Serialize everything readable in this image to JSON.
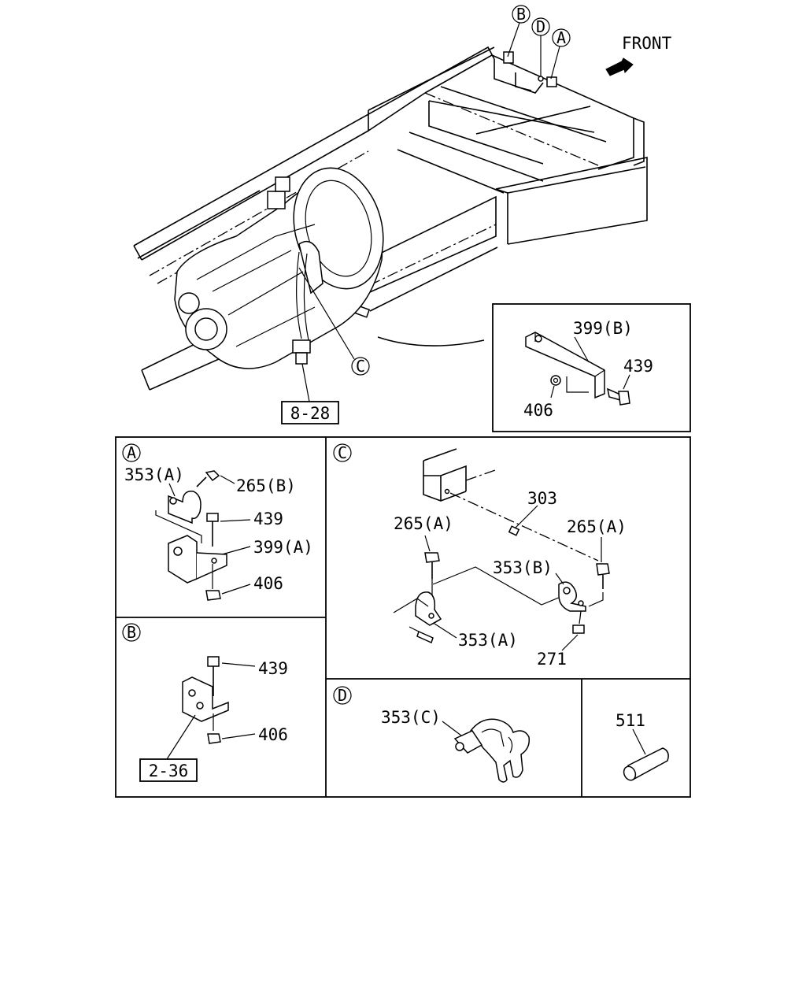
{
  "front_label": "FRONT",
  "callouts": {
    "a": "A",
    "b": "B",
    "c": "C",
    "d": "D"
  },
  "refs": {
    "ref_828": "8-28",
    "ref_236": "2-36"
  },
  "inset": {
    "p399b": "399(B)",
    "p439": "439",
    "p406": "406"
  },
  "panel_a": {
    "tag": "A",
    "p353a": "353(A)",
    "p265b": "265(B)",
    "p439": "439",
    "p399a": "399(A)",
    "p406": "406"
  },
  "panel_b": {
    "tag": "B",
    "p439": "439",
    "p406": "406"
  },
  "panel_c": {
    "tag": "C",
    "p303": "303",
    "p265a_left": "265(A)",
    "p265a_right": "265(A)",
    "p353b": "353(B)",
    "p353a": "353(A)",
    "p271": "271"
  },
  "panel_d": {
    "tag": "D",
    "p353c": "353(C)"
  },
  "panel_e": {
    "p511": "511"
  }
}
